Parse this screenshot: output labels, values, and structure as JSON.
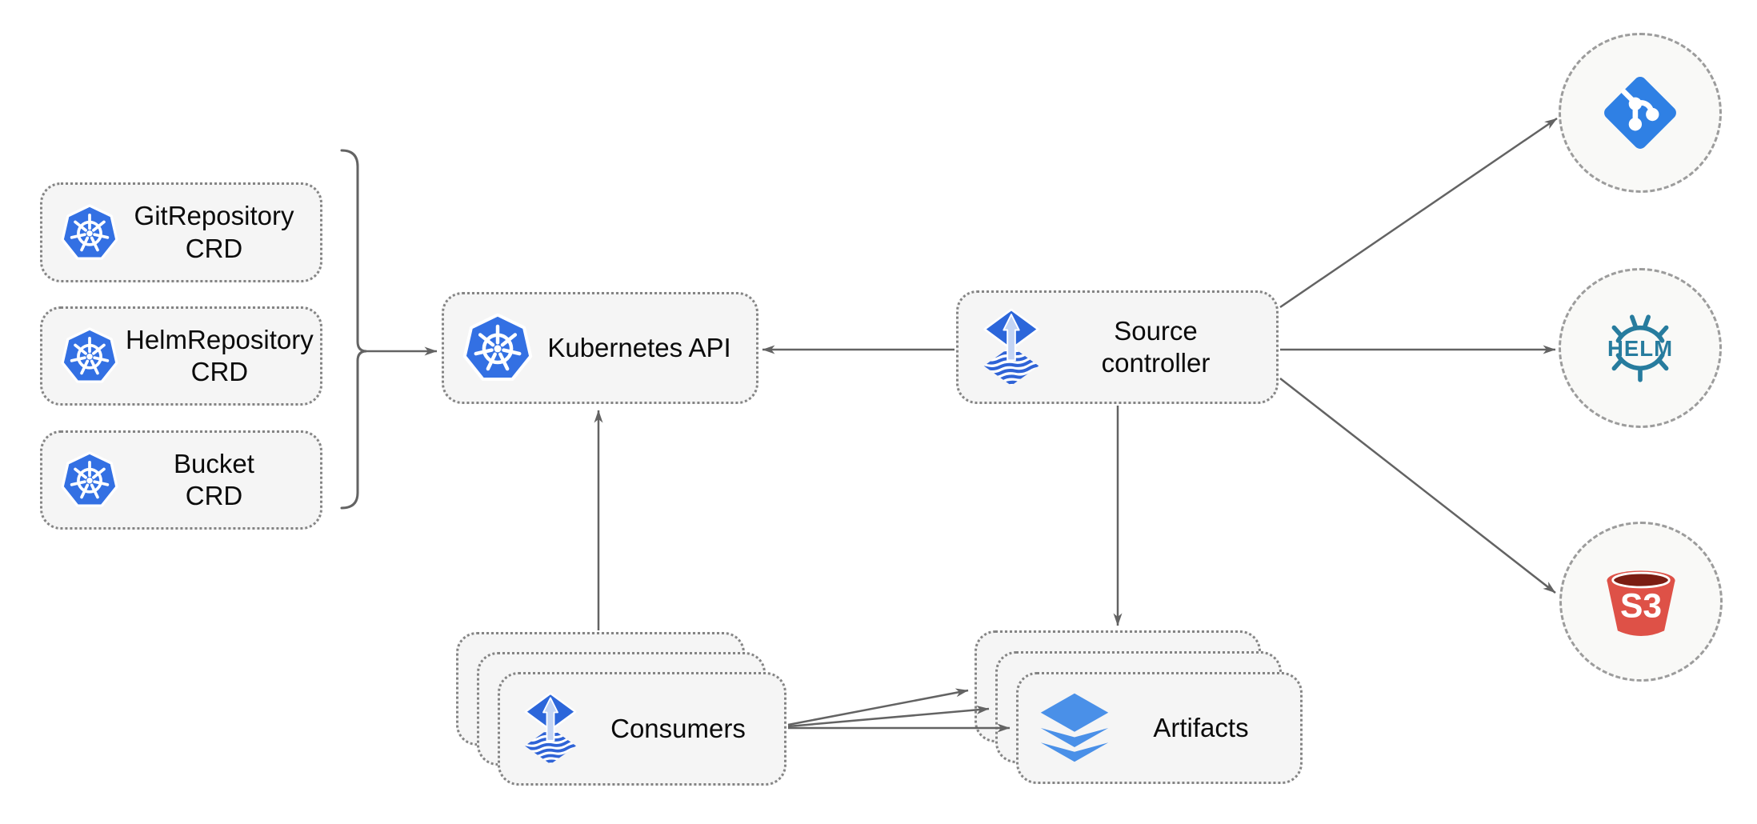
{
  "diagram": {
    "type": "architecture-diagram",
    "subject": "Flux source-controller",
    "background": "#ffffff"
  },
  "nodes": {
    "git_repository_crd": {
      "label": "GitRepository\nCRD",
      "icon": "kubernetes"
    },
    "helm_repository_crd": {
      "label": "HelmRepository\nCRD",
      "icon": "kubernetes"
    },
    "bucket_crd": {
      "label": "Bucket\nCRD",
      "icon": "kubernetes"
    },
    "kubernetes_api": {
      "label": "Kubernetes API",
      "icon": "kubernetes"
    },
    "source_controller": {
      "label": "Source\ncontroller",
      "icon": "flux-source-controller"
    },
    "consumers": {
      "label": "Consumers",
      "icon": "flux-source-controller",
      "stack_count": 3
    },
    "artifacts": {
      "label": "Artifacts",
      "icon": "layers",
      "stack_count": 3
    },
    "git_provider": {
      "icon": "git",
      "text": ""
    },
    "helm_provider": {
      "icon": "helm",
      "text": "HELM"
    },
    "s3_provider": {
      "icon": "s3-bucket",
      "text": "S3"
    }
  },
  "group_bracket": {
    "members": [
      "git_repository_crd",
      "helm_repository_crd",
      "bucket_crd"
    ],
    "points_to": "kubernetes_api"
  },
  "edges": [
    {
      "from": "crd_group_bracket",
      "to": "kubernetes_api"
    },
    {
      "from": "source_controller",
      "to": "kubernetes_api"
    },
    {
      "from": "consumers",
      "to": "kubernetes_api"
    },
    {
      "from": "source_controller",
      "to": "artifacts"
    },
    {
      "from": "source_controller",
      "to": "git_provider"
    },
    {
      "from": "source_controller",
      "to": "helm_provider"
    },
    {
      "from": "source_controller",
      "to": "s3_provider"
    },
    {
      "from": "consumers",
      "to": "artifacts",
      "count": 3
    }
  ],
  "colors": {
    "kubernetes_blue": "#3370e3",
    "flux_diamond_blue": "#2c66da",
    "flux_arrow_light": "#c3d4f4",
    "flux_wave_blue": "#2f63d6",
    "git_blue": "#2f80e4",
    "helm_teal": "#277c9e",
    "s3_red": "#de5147",
    "s3_dark_red": "#7b1d13",
    "layers_blue": "#4a90e8",
    "edge_gray": "#636363",
    "node_fill": "#f5f5f5",
    "node_border": "#848484",
    "provider_fill": "#f9f9f7",
    "provider_border": "#9c9c9c"
  }
}
